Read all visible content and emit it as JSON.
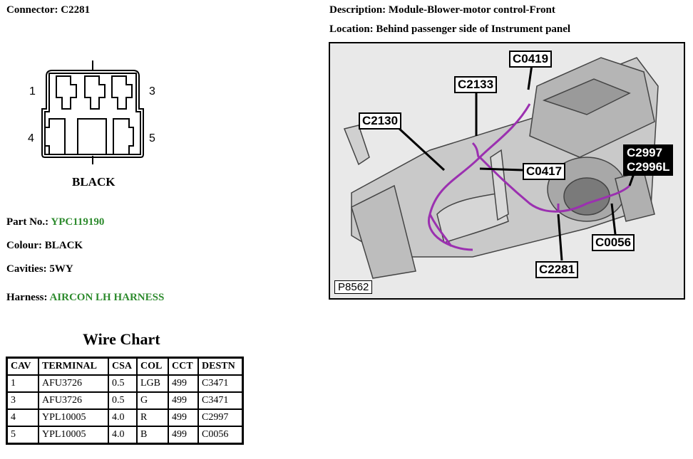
{
  "header": {
    "connector_label": "Connector: C2281",
    "description_label": "Description: Module-Blower-motor control-Front",
    "location_label": "Location: Behind passenger side of Instrument panel"
  },
  "connector_diagram": {
    "pin_labels": [
      "1",
      "3",
      "4",
      "5"
    ],
    "color_text": "BLACK"
  },
  "details": {
    "part_no_label": "Part No.:",
    "part_no_value": "YPC119190",
    "colour_label": "Colour:",
    "colour_value": "BLACK",
    "cavities_label": "Cavities:",
    "cavities_value": "5WY",
    "harness_label": "Harness:",
    "harness_value": "AIRCON LH HARNESS"
  },
  "wire_chart": {
    "title": "Wire Chart",
    "columns": [
      "CAV",
      "TERMINAL",
      "CSA",
      "COL",
      "CCT",
      "DESTN"
    ],
    "rows": [
      [
        "1",
        "AFU3726",
        "0.5",
        "LGB",
        "499",
        "C3471"
      ],
      [
        "3",
        "AFU3726",
        "0.5",
        "G",
        "499",
        "C3471"
      ],
      [
        "4",
        "YPL10005",
        "4.0",
        "R",
        "499",
        "C2997"
      ],
      [
        "5",
        "YPL10005",
        "4.0",
        "B",
        "499",
        "C0056"
      ]
    ]
  },
  "photo": {
    "callouts": [
      "C0419",
      "C2133",
      "C2130",
      "C0417",
      "C2997",
      "C2996L",
      "C0056",
      "C2281"
    ],
    "image_code": "P8562",
    "harness_color": "#9b30b0"
  }
}
